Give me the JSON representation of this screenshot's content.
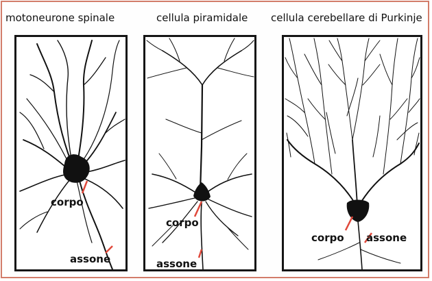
{
  "panels": [
    {
      "title": "motoneurone spinale",
      "labels": {
        "body": "corpo",
        "axon": "assone"
      }
    },
    {
      "title": "cellula piramidale",
      "labels": {
        "body": "corpo",
        "axon": "assone"
      }
    },
    {
      "title": "cellula cerebellare di Purkinje",
      "labels": {
        "body": "corpo",
        "axon": "assone"
      }
    }
  ],
  "colors": {
    "frame": "#d27c6a",
    "pointer": "#e0483a",
    "neuron": "#111111",
    "panel_border": "#151515"
  }
}
